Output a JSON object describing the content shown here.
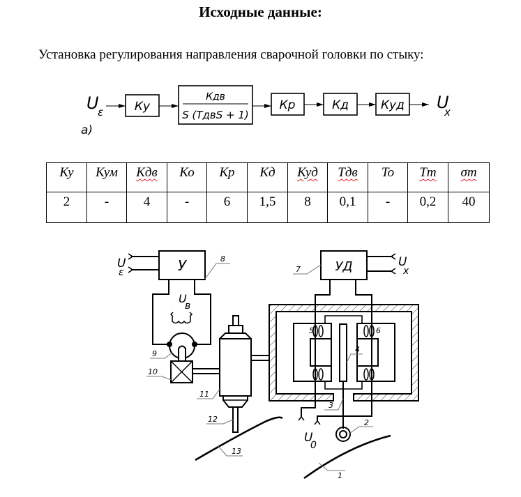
{
  "document": {
    "title": "Исходные данные:",
    "subtitle": "Установка регулирования направления сварочной головки по стыку:"
  },
  "block_diagram": {
    "input_label": "U",
    "input_sub": "ε",
    "output_label": "U",
    "output_sub": "x",
    "figure_label": "а)",
    "blocks": [
      {
        "label": "Ку"
      },
      {
        "numerator": "Кдв",
        "denominator": "S (TдвS + 1)"
      },
      {
        "label": "Кр"
      },
      {
        "label": "Кд"
      },
      {
        "label": "Куд"
      }
    ]
  },
  "parameters_table": {
    "headers": [
      "Ку",
      "Кум",
      "Кдв",
      "Ко",
      "Кр",
      "Кд",
      "Куд",
      "Tдв",
      "To",
      "Tm",
      "σm"
    ],
    "spellcheck_flagged": [
      false,
      false,
      true,
      false,
      false,
      false,
      true,
      true,
      false,
      true,
      true
    ],
    "values": [
      "2",
      "-",
      "4",
      "-",
      "6",
      "1,5",
      "8",
      "0,1",
      "-",
      "0,2",
      "40"
    ]
  },
  "schematic": {
    "amplifier_label": "У",
    "diff_amplifier_label": "УД",
    "input_label": "U",
    "input_sub": "ε",
    "output_label": "U",
    "output_sub": "x",
    "motor_voltage_label": "U",
    "motor_voltage_sub": "в",
    "supply_label": "U",
    "supply_sub": "0",
    "callouts": [
      "1",
      "2",
      "3",
      "4",
      "5",
      "6",
      "7",
      "8",
      "9",
      "10",
      "11",
      "12",
      "13"
    ]
  }
}
